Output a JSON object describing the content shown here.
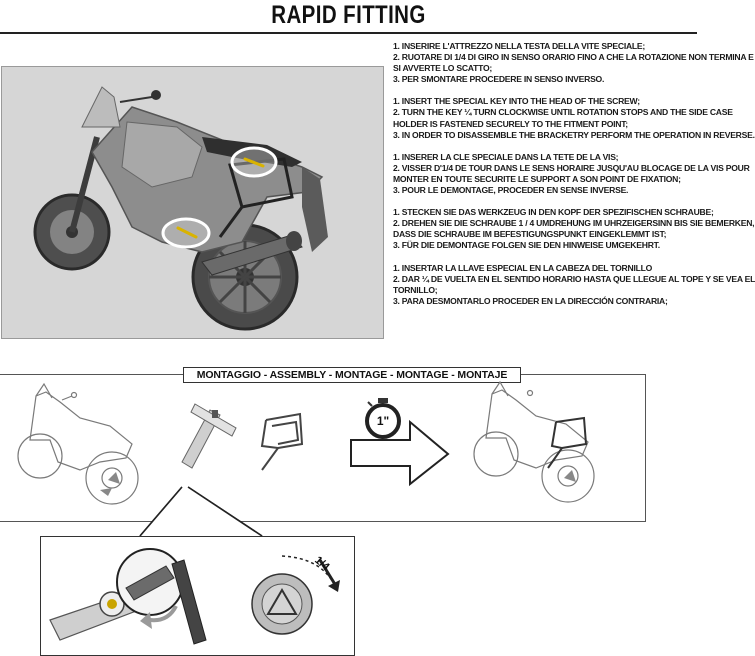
{
  "title": "RAPID  FITTING",
  "instructions": [
    {
      "lang": "it",
      "lines": [
        "1. INSERIRE L'ATTREZZO NELLA TESTA DELLA VITE SPECIALE;",
        "2. RUOTARE DI 1/4 DI GIRO IN SENSO ORARIO FINO A CHE LA ROTAZIONE NON TERMINA E",
        "SI AVVERTE LO SCATTO;",
        "3. PER SMONTARE PROCEDERE IN SENSO INVERSO."
      ]
    },
    {
      "lang": "en",
      "lines": [
        "1. INSERT THE SPECIAL KEY INTO THE HEAD OF THE SCREW;",
        "2. TURN THE KEY ¼ TURN CLOCKWISE  UNTIL ROTATION STOPS AND THE SIDE CASE",
        "HOLDER IS FASTENED SECURELY TO THE FITMENT POINT;",
        "3. IN ORDER TO DISASSEMBLE THE BRACKETRY PERFORM THE OPERATION IN REVERSE."
      ]
    },
    {
      "lang": "fr",
      "lines": [
        "1. INSERER LA CLE SPECIALE DANS LA TETE DE LA VIS;",
        "2. VISSER D'1/4 DE TOUR DANS LE SENS HORAIRE JUSQU'AU BLOCAGE DE LA VIS POUR",
        "MONTER EN TOUTE SECURITE LE SUPPORT A SON POINT DE FIXATION;",
        "3. POUR LE DEMONTAGE, PROCEDER EN SENSE INVERSE."
      ]
    },
    {
      "lang": "de",
      "lines": [
        "1. STECKEN SIE DAS WERKZEUG IN DEN KOPF DER SPEZIFISCHEN SCHRAUBE;",
        "2. DREHEN SIE DIE SCHRAUBE 1 / 4 UMDREHUNG IM UHRZEIGERSINN BIS SIE BEMERKEN,",
        "DASS DIE SCHRAUBE IM BEFESTIGUNGSPUNKT EINGEKLEMMT IST;",
        "3. FÜR DIE DEMONTAGE FOLGEN SIE DEN HINWEISE UMGEKEHRT."
      ]
    },
    {
      "lang": "es",
      "lines": [
        "1. INSERTAR LA LLAVE ESPECIAL EN LA CABEZA DEL TORNILLO",
        "2. DAR ¼ DE VUELTA EN EL SENTIDO HORARIO HASTA QUE LLEGUE AL TOPE Y SE VEA EL",
        "TORNILLO;",
        "3. PARA DESMONTARLO PROCEDER EN LA DIRECCIÓN CONTRARIA;"
      ]
    }
  ],
  "assembly_label": "MONTAGGIO  - ASSEMBLY - MONTAGE - MONTAGE - MONTAJE",
  "timer_label": "1\"",
  "rotation_label": "1/4"
}
